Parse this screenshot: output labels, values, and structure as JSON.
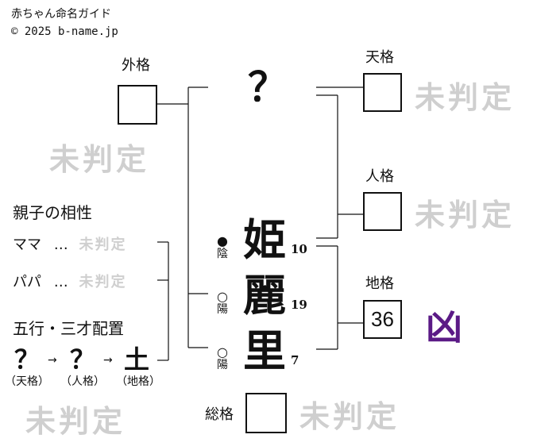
{
  "header": {
    "title": "赤ちゃん命名ガイド",
    "copyright": "© 2025 b-name.jp"
  },
  "surname_char": "？",
  "name_chars": [
    {
      "char": "姫",
      "strokes": "10",
      "yinyang": "陰",
      "marker": "●"
    },
    {
      "char": "麗",
      "strokes": "19",
      "yinyang": "陽",
      "marker": "○"
    },
    {
      "char": "里",
      "strokes": "7",
      "yinyang": "陽",
      "marker": "○"
    }
  ],
  "grids": {
    "gaikaku": {
      "label": "外格",
      "value": "",
      "verdict": "未判定"
    },
    "tenkaku": {
      "label": "天格",
      "value": "",
      "verdict": "未判定"
    },
    "jinkaku": {
      "label": "人格",
      "value": "",
      "verdict": "未判定"
    },
    "chikaku": {
      "label": "地格",
      "value": "36",
      "verdict": "凶"
    },
    "soukaku": {
      "label": "総格",
      "value": "",
      "verdict": "未判定"
    }
  },
  "compatibility": {
    "title": "親子の相性",
    "mama_label": "ママ",
    "papa_label": "パパ",
    "ellipsis": "…",
    "mama_result": "未判定",
    "papa_result": "未判定"
  },
  "gogyo": {
    "title": "五行・三才配置",
    "elements": [
      {
        "symbol": "？",
        "label": "（天格）"
      },
      {
        "symbol": "？",
        "label": "（人格）"
      },
      {
        "symbol": "土",
        "label": "（地格）"
      }
    ],
    "arrow": "→",
    "result": "未判定"
  },
  "colors": {
    "undetermined": "#cfcfcf",
    "bad_verdict": "#5b1a86",
    "line": "#111111"
  }
}
